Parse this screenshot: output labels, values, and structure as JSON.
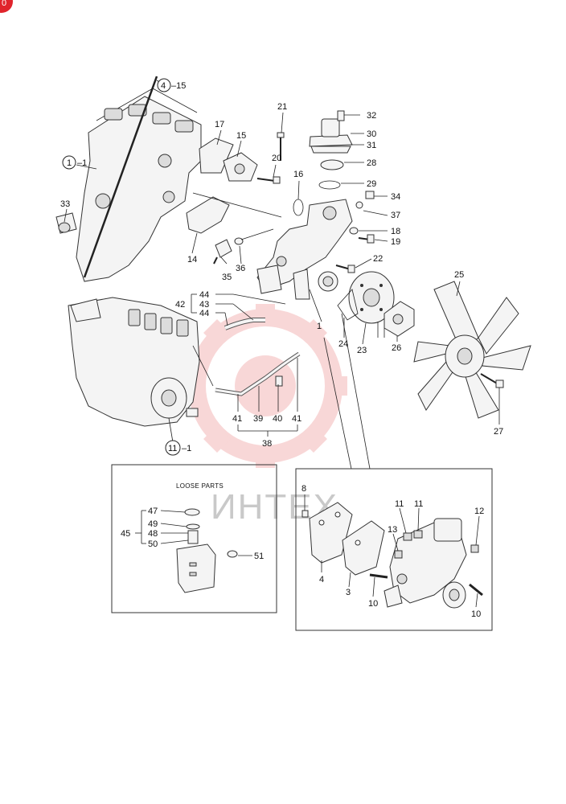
{
  "corner_badge": {
    "text": "0",
    "color": "#e0242c"
  },
  "watermark": {
    "text": "ИНТЕХ",
    "color": "#f4b7b7"
  },
  "callouts": {
    "c1": "1",
    "c1_sub": "1",
    "c4": "4",
    "c4_sub": "15",
    "c11": "11",
    "c11_sub": "1",
    "n15": "15",
    "n17": "17",
    "n21": "21",
    "n20": "20",
    "n16": "16",
    "n14": "14",
    "n33": "33",
    "n35": "35",
    "n36": "36",
    "n32": "32",
    "n30": "30",
    "n31": "31",
    "n28": "28",
    "n29": "29",
    "n34": "34",
    "n37": "37",
    "n18": "18",
    "n19": "19",
    "n22": "22",
    "n1": "1",
    "n25": "25",
    "n24": "24",
    "n23": "23",
    "n26": "26",
    "n27": "27",
    "n42": "42",
    "n44a": "44",
    "n43": "43",
    "n44b": "44",
    "n41a": "41",
    "n39": "39",
    "n40": "40",
    "n41b": "41",
    "n38": "38",
    "d8": "8",
    "d11a": "11",
    "d11b": "11",
    "d12": "12",
    "d13": "13",
    "d4": "4",
    "d3": "3",
    "d10a": "10",
    "d10b": "10"
  },
  "loose_parts": {
    "title": "LOOSE PARTS",
    "n47": "47",
    "n49": "49",
    "n48": "48",
    "n50": "50",
    "n45": "45",
    "n51": "51"
  }
}
